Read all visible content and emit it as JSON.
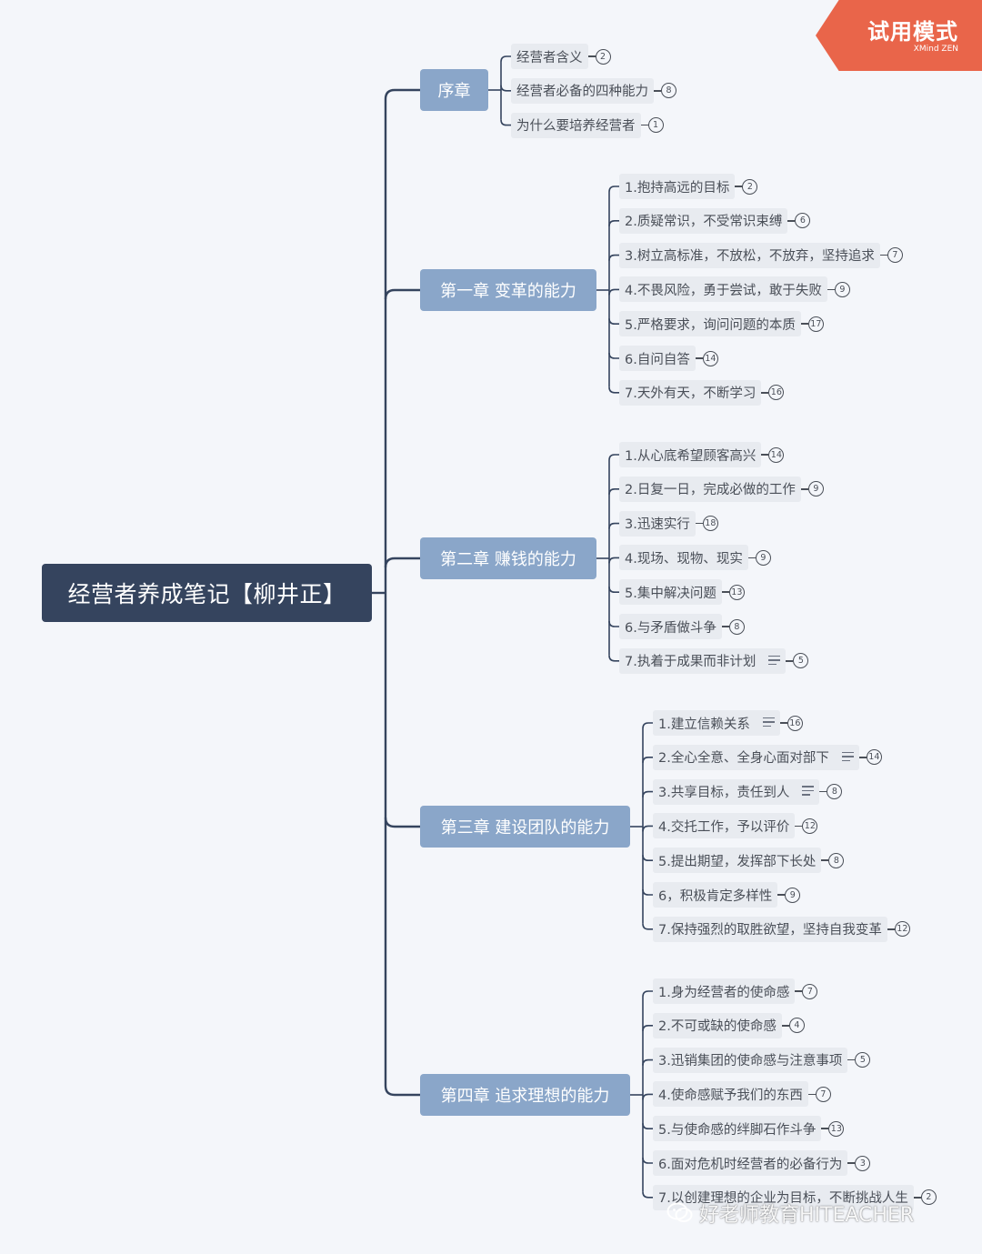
{
  "root": {
    "label": "经营者养成笔记【柳井正】"
  },
  "branches": [
    {
      "label": "序章",
      "topics": [
        {
          "label": "经营者含义",
          "count": "2",
          "note": false
        },
        {
          "label": "经营者必备的四种能力",
          "count": "8",
          "note": false
        },
        {
          "label": "为什么要培养经营者",
          "count": "1",
          "note": false
        }
      ]
    },
    {
      "label": "第一章 变革的能力",
      "topics": [
        {
          "label": "1.抱持高远的目标",
          "count": "2",
          "note": false
        },
        {
          "label": "2.质疑常识，不受常识束缚",
          "count": "6",
          "note": false
        },
        {
          "label": "3.树立高标准，不放松，不放弃，坚持追求",
          "count": "7",
          "note": false
        },
        {
          "label": "4.不畏风险，勇于尝试，敢于失败",
          "count": "9",
          "note": false
        },
        {
          "label": "5.严格要求，询问问题的本质",
          "count": "17",
          "note": false
        },
        {
          "label": "6.自问自答",
          "count": "14",
          "note": false
        },
        {
          "label": "7.天外有天，不断学习",
          "count": "16",
          "note": false
        }
      ]
    },
    {
      "label": "第二章 赚钱的能力",
      "topics": [
        {
          "label": "1.从心底希望顾客高兴",
          "count": "14",
          "note": false
        },
        {
          "label": "2.日复一日，完成必做的工作",
          "count": "9",
          "note": false
        },
        {
          "label": "3.迅速实行",
          "count": "18",
          "note": false
        },
        {
          "label": "4.现场、现物、现实",
          "count": "9",
          "note": false
        },
        {
          "label": "5.集中解决问题",
          "count": "13",
          "note": false
        },
        {
          "label": "6.与矛盾做斗争",
          "count": "8",
          "note": false
        },
        {
          "label": "7.执着于成果而非计划",
          "count": "5",
          "note": true
        }
      ]
    },
    {
      "label": "第三章 建设团队的能力",
      "topics": [
        {
          "label": "1.建立信赖关系",
          "count": "16",
          "note": true
        },
        {
          "label": "2.全心全意、全身心面对部下",
          "count": "14",
          "note": true
        },
        {
          "label": "3.共享目标，责任到人",
          "count": "8",
          "note": true
        },
        {
          "label": "4.交托工作，予以评价",
          "count": "12",
          "note": false
        },
        {
          "label": "5.提出期望，发挥部下长处",
          "count": "8",
          "note": false
        },
        {
          "label": "6，积极肯定多样性",
          "count": "9",
          "note": false
        },
        {
          "label": "7.保持强烈的取胜欲望，坚持自我变革",
          "count": "12",
          "note": false
        }
      ]
    },
    {
      "label": "第四章 追求理想的能力",
      "topics": [
        {
          "label": "1.身为经营者的使命感",
          "count": "7",
          "note": false
        },
        {
          "label": "2.不可或缺的使命感",
          "count": "4",
          "note": false
        },
        {
          "label": "3.迅销集团的使命感与注意事项",
          "count": "5",
          "note": false
        },
        {
          "label": "4.使命感赋予我们的东西",
          "count": "7",
          "note": false
        },
        {
          "label": "5.与使命感的绊脚石作斗争",
          "count": "13",
          "note": false
        },
        {
          "label": "6.面对危机时经营者的必备行为",
          "count": "3",
          "note": false
        },
        {
          "label": "7.以创建理想的企业为目标，不断挑战人生",
          "count": "2",
          "note": false
        }
      ]
    }
  ],
  "trial_badge": {
    "title": "试用模式",
    "subtitle": "XMind ZEN"
  },
  "watermark": {
    "text": "好老师教育HITEACHER"
  },
  "colors": {
    "background": "#f4f6fa",
    "root": "#35445e",
    "branch": "#8aa6c9",
    "leaf": "#e8ebf0",
    "line": "#35445e",
    "trial": "#e9654a"
  }
}
